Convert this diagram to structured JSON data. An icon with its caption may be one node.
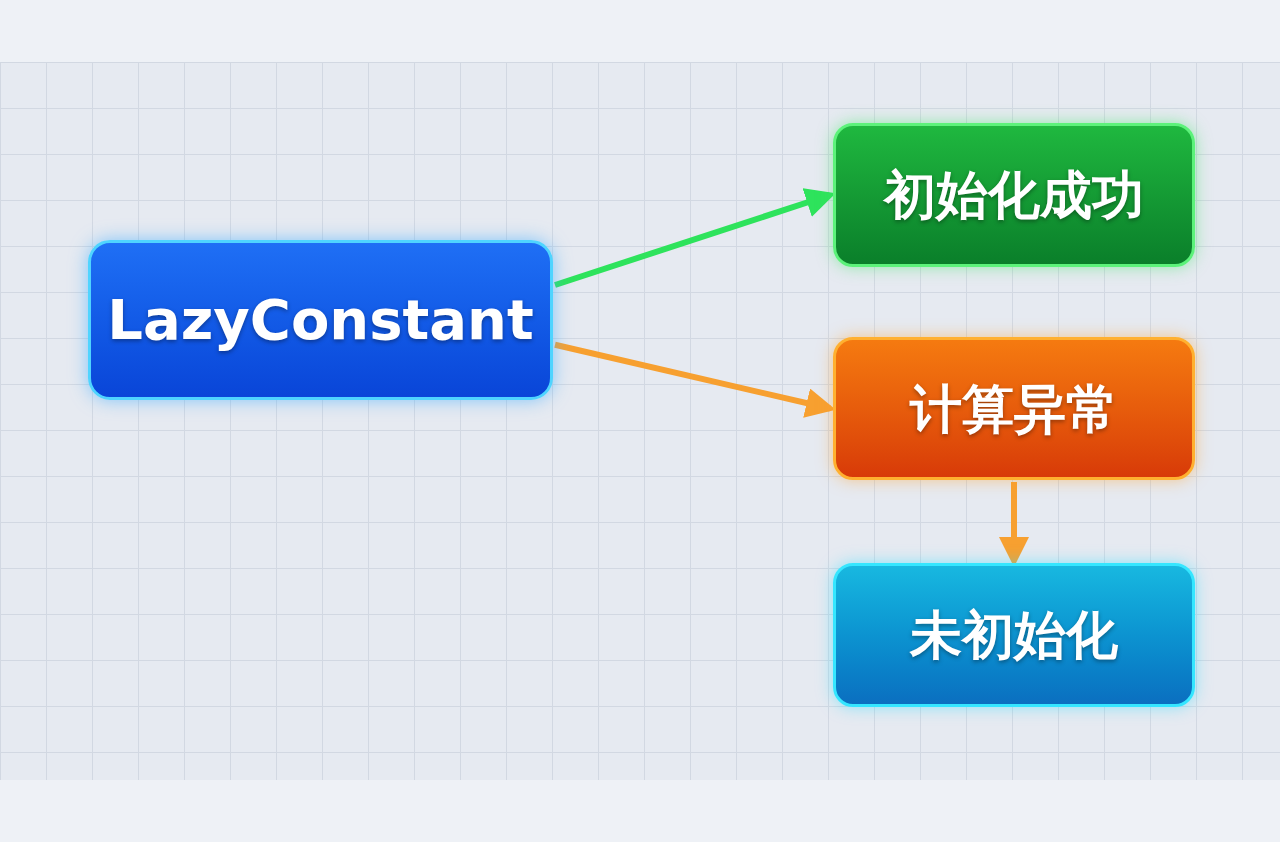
{
  "diagram": {
    "nodes": [
      {
        "text": [
          "LazyConstant"
        ]
      },
      {
        "text": [
          "初始化成功"
        ]
      },
      {
        "text": [
          "计算异常"
        ]
      },
      {
        "text": [
          "未初始化"
        ]
      }
    ],
    "edges": [
      {
        "from": 0,
        "to": 1,
        "arrow": "to",
        "color": "#2ee35c"
      },
      {
        "from": 0,
        "to": 2,
        "arrow": "to",
        "color": "#f7a030"
      },
      {
        "from": 2,
        "to": 3,
        "arrow": "to",
        "color": "#f7a030"
      }
    ]
  }
}
